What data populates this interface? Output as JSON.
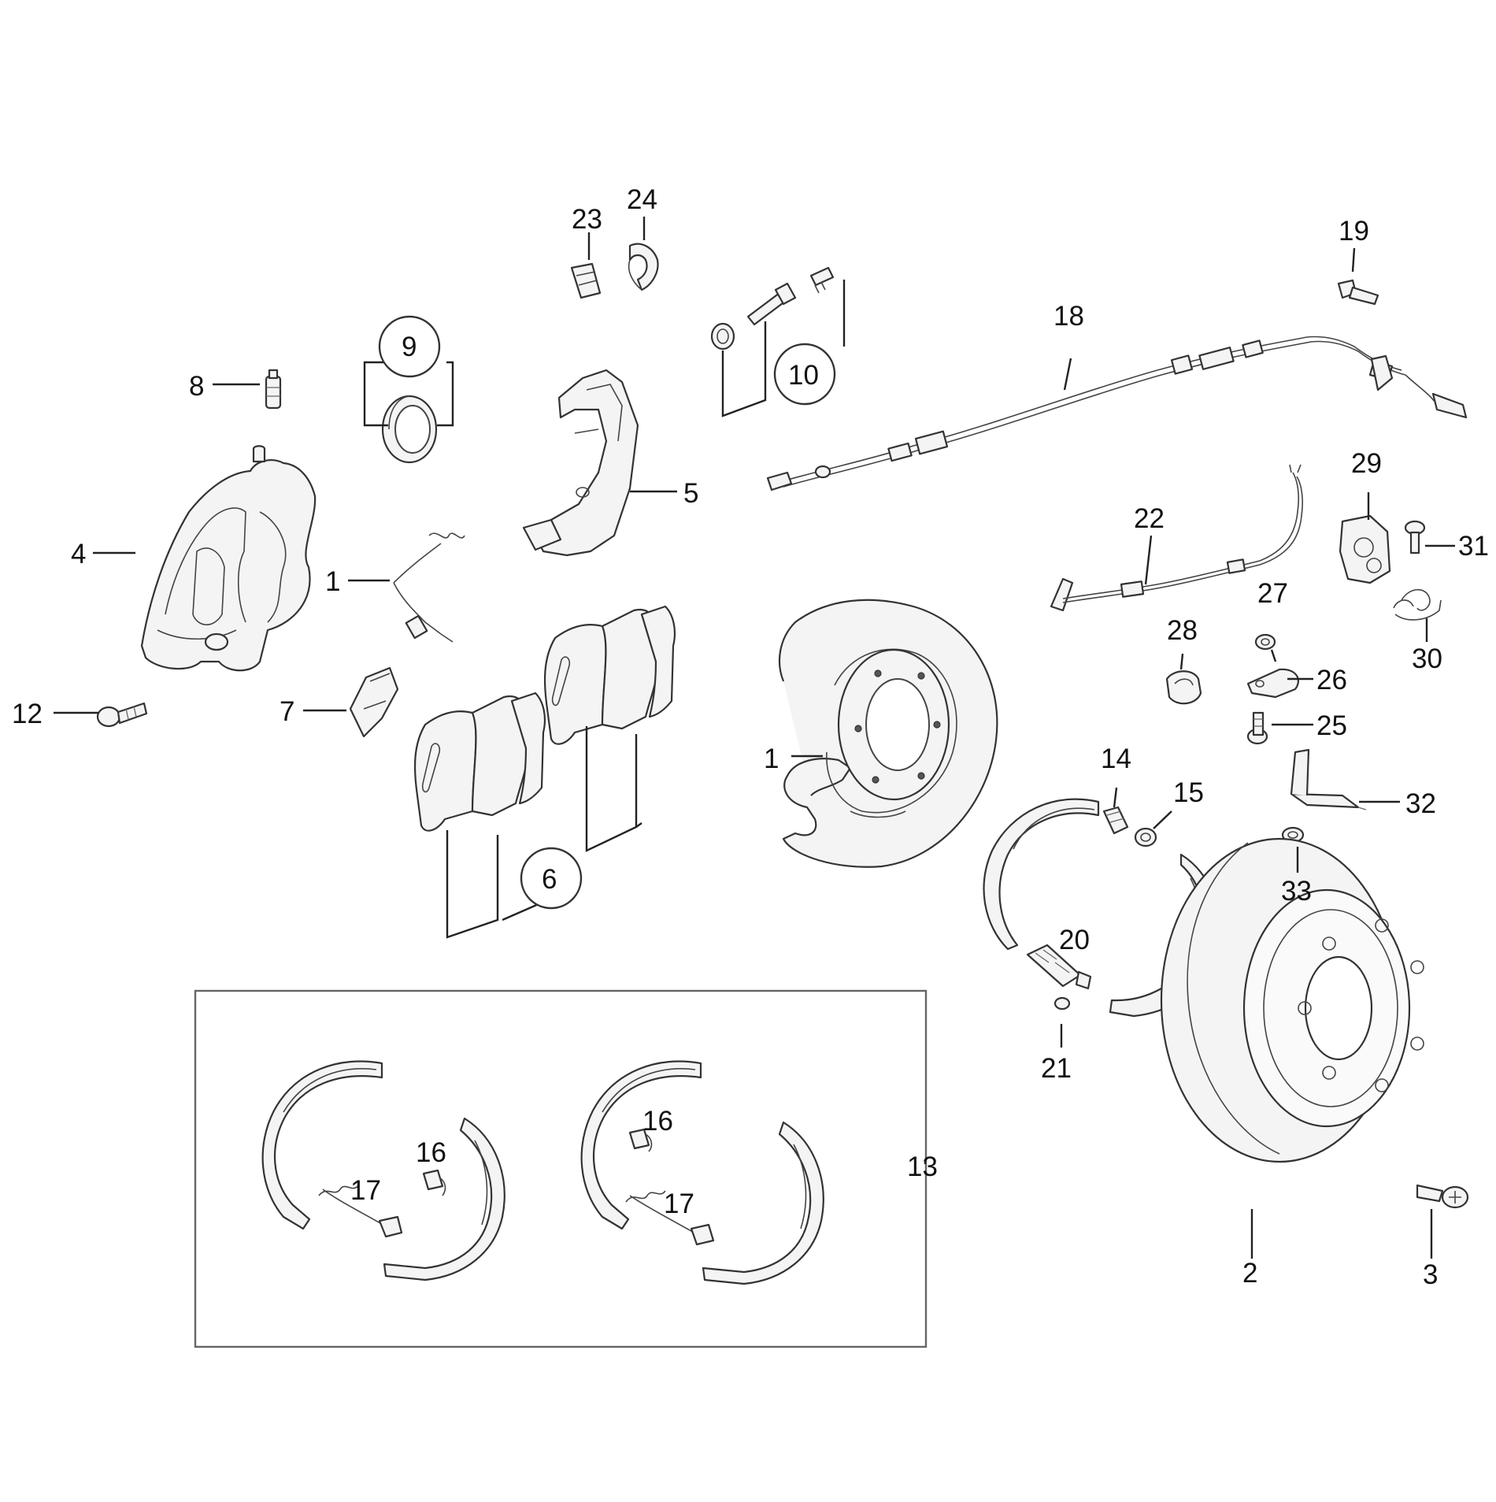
{
  "callouts": {
    "c1a": "1",
    "c1b": "1",
    "c2": "2",
    "c3": "3",
    "c4": "4",
    "c5": "5",
    "c6": "6",
    "c7": "7",
    "c8": "8",
    "c9": "9",
    "c10": "10",
    "c12": "12",
    "c13": "13",
    "c14": "14",
    "c15": "15",
    "c16a": "16",
    "c16b": "16",
    "c17a": "17",
    "c17b": "17",
    "c18": "18",
    "c19": "19",
    "c20": "20",
    "c21": "21",
    "c22": "22",
    "c23": "23",
    "c24": "24",
    "c25": "25",
    "c26": "26",
    "c27": "27",
    "c28": "28",
    "c29": "29",
    "c30": "30",
    "c31": "31",
    "c32": "32",
    "c33": "33"
  }
}
